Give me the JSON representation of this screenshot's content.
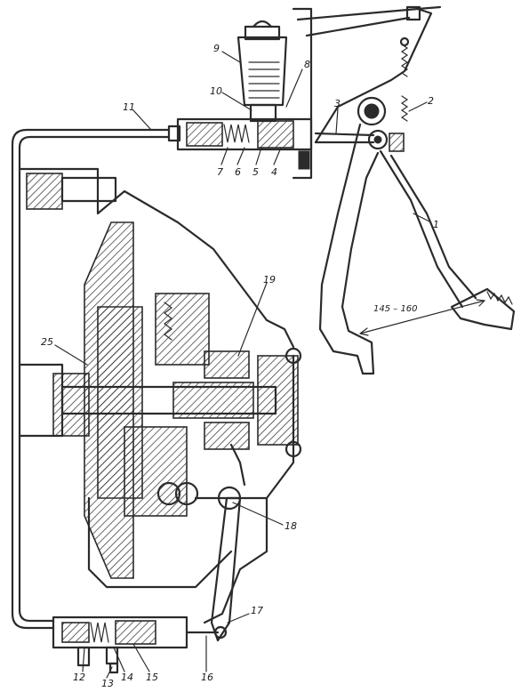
{
  "figure": {
    "callouts": [
      "1",
      "2",
      "3",
      "4",
      "5",
      "6",
      "7",
      "8",
      "9",
      "10",
      "11",
      "12",
      "13",
      "14",
      "15",
      "16",
      "17",
      "18",
      "19",
      "25"
    ],
    "dimension": "145 – 160"
  },
  "colors": {
    "ink": "#2b2b2b",
    "paper": "#ffffff"
  }
}
